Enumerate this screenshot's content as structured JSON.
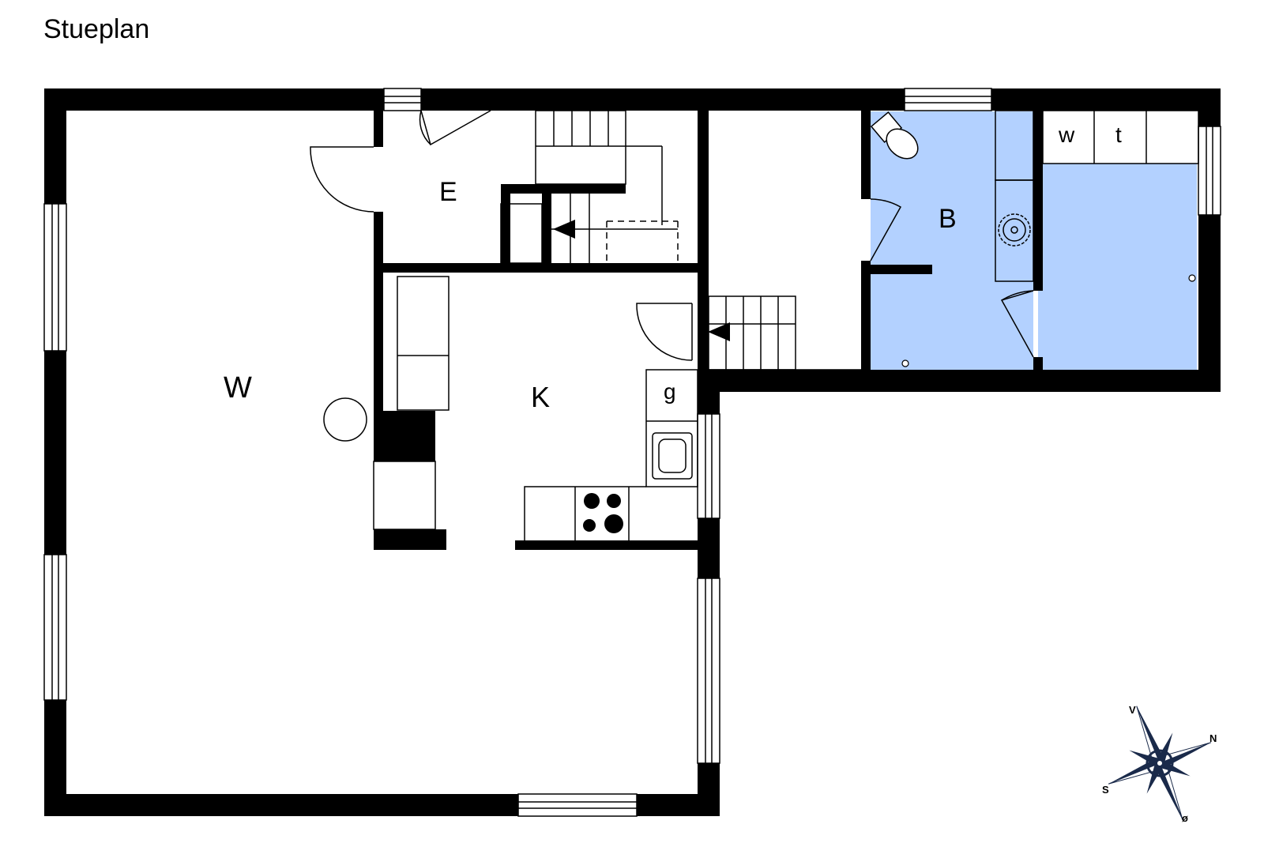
{
  "title": "Stueplan",
  "rooms": {
    "W": "W",
    "E": "E",
    "K": "K",
    "B": "B",
    "g": "g",
    "w": "w",
    "t": "t"
  },
  "compass": {
    "north": "N",
    "south": "S",
    "east": "ø",
    "west": "V"
  },
  "colors": {
    "wall": "#000000",
    "bathroom_fill": "#b3d1ff"
  }
}
